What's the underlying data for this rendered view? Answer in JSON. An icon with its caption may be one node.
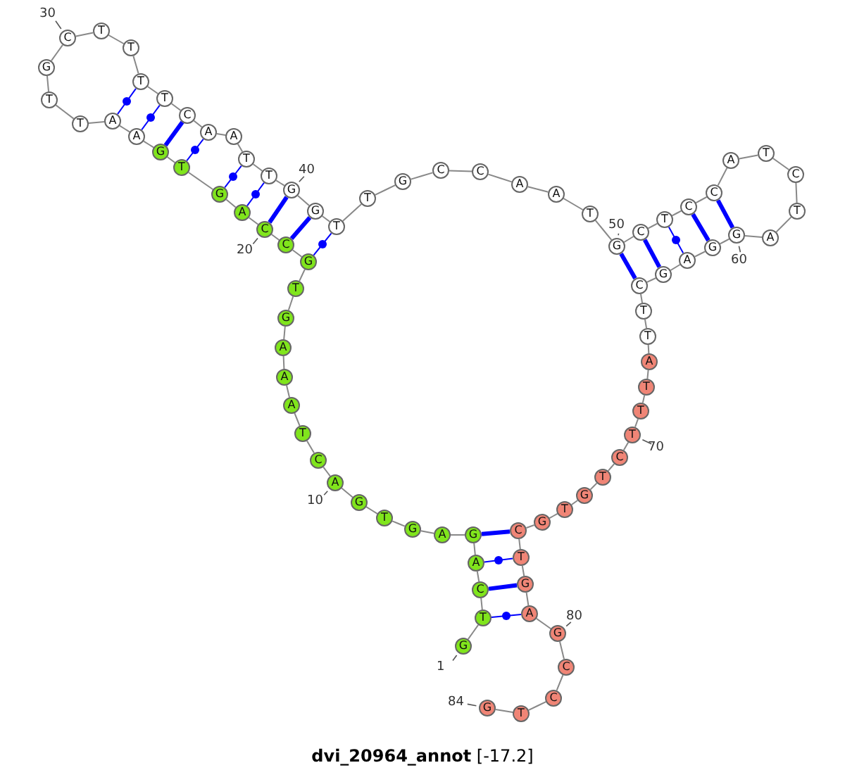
{
  "diagram": {
    "title": "**dvi_20964_annot** [-17.2]",
    "nodes": [
      {
        "text": [
          "G"
        ],
        "beside": [
          "1"
        ]
      },
      {
        "text": [
          "T"
        ]
      },
      {
        "text": [
          "C"
        ]
      },
      {
        "text": [
          "A"
        ]
      },
      {
        "text": [
          "G"
        ]
      },
      {
        "text": [
          "A"
        ]
      },
      {
        "text": [
          "G"
        ]
      },
      {
        "text": [
          "T"
        ]
      },
      {
        "text": [
          "G"
        ]
      },
      {
        "text": [
          "A"
        ],
        "beside": [
          "10"
        ]
      },
      {
        "text": [
          "C"
        ]
      },
      {
        "text": [
          "T"
        ]
      },
      {
        "text": [
          "A"
        ]
      },
      {
        "text": [
          "A"
        ]
      },
      {
        "text": [
          "A"
        ]
      },
      {
        "text": [
          "G"
        ]
      },
      {
        "text": [
          "T"
        ]
      },
      {
        "text": [
          "G"
        ]
      },
      {
        "text": [
          "C"
        ]
      },
      {
        "text": [
          "C"
        ],
        "beside": [
          "20"
        ]
      },
      {
        "text": [
          "A"
        ]
      },
      {
        "text": [
          "G"
        ]
      },
      {
        "text": [
          "T"
        ]
      },
      {
        "text": [
          "G"
        ]
      },
      {
        "text": [
          "A"
        ]
      },
      {
        "text": [
          "A"
        ]
      },
      {
        "text": [
          "T"
        ]
      },
      {
        "text": [
          "T"
        ]
      },
      {
        "text": [
          "G"
        ]
      },
      {
        "text": [
          "C"
        ],
        "beside": [
          "30"
        ]
      },
      {
        "text": [
          "T"
        ]
      },
      {
        "text": [
          "T"
        ]
      },
      {
        "text": [
          "T"
        ]
      },
      {
        "text": [
          "T"
        ]
      },
      {
        "text": [
          "C"
        ]
      },
      {
        "text": [
          "A"
        ]
      },
      {
        "text": [
          "A"
        ]
      },
      {
        "text": [
          "T"
        ]
      },
      {
        "text": [
          "T"
        ]
      },
      {
        "text": [
          "G"
        ],
        "beside": [
          "40"
        ]
      },
      {
        "text": [
          "G"
        ]
      },
      {
        "text": [
          "T"
        ]
      },
      {
        "text": [
          "T"
        ]
      },
      {
        "text": [
          "G"
        ]
      },
      {
        "text": [
          "C"
        ]
      },
      {
        "text": [
          "C"
        ]
      },
      {
        "text": [
          "A"
        ]
      },
      {
        "text": [
          "A"
        ]
      },
      {
        "text": [
          "T"
        ]
      },
      {
        "text": [
          "G"
        ],
        "beside": [
          "50"
        ]
      },
      {
        "text": [
          "C"
        ]
      },
      {
        "text": [
          "T"
        ]
      },
      {
        "text": [
          "C"
        ]
      },
      {
        "text": [
          "C"
        ]
      },
      {
        "text": [
          "A"
        ]
      },
      {
        "text": [
          "T"
        ]
      },
      {
        "text": [
          "C"
        ]
      },
      {
        "text": [
          "T"
        ]
      },
      {
        "text": [
          "A"
        ]
      },
      {
        "text": [
          "G"
        ],
        "beside": [
          "60"
        ]
      },
      {
        "text": [
          "G"
        ]
      },
      {
        "text": [
          "A"
        ]
      },
      {
        "text": [
          "G"
        ]
      },
      {
        "text": [
          "C"
        ]
      },
      {
        "text": [
          "T"
        ]
      },
      {
        "text": [
          "T"
        ]
      },
      {
        "text": [
          "A"
        ]
      },
      {
        "text": [
          "T"
        ]
      },
      {
        "text": [
          "T"
        ]
      },
      {
        "text": [
          "T"
        ],
        "beside": [
          "70"
        ]
      },
      {
        "text": [
          "C"
        ]
      },
      {
        "text": [
          "T"
        ]
      },
      {
        "text": [
          "G"
        ]
      },
      {
        "text": [
          "T"
        ]
      },
      {
        "text": [
          "G"
        ]
      },
      {
        "text": [
          "C"
        ]
      },
      {
        "text": [
          "T"
        ]
      },
      {
        "text": [
          "G"
        ]
      },
      {
        "text": [
          "A"
        ]
      },
      {
        "text": [
          "G"
        ],
        "beside": [
          "80"
        ]
      },
      {
        "text": [
          "C"
        ]
      },
      {
        "text": [
          "C"
        ]
      },
      {
        "text": [
          "T"
        ]
      },
      {
        "text": [
          "G"
        ],
        "beside": [
          "84"
        ]
      }
    ],
    "edges": [
      {
        "from": 0,
        "to": 1,
        "arrow": "none"
      },
      {
        "from": 1,
        "to": 2,
        "arrow": "none"
      },
      {
        "from": 2,
        "to": 3,
        "arrow": "none"
      },
      {
        "from": 3,
        "to": 4,
        "arrow": "none"
      },
      {
        "from": 4,
        "to": 5,
        "arrow": "none"
      },
      {
        "from": 5,
        "to": 6,
        "arrow": "none"
      },
      {
        "from": 6,
        "to": 7,
        "arrow": "none"
      },
      {
        "from": 7,
        "to": 8,
        "arrow": "none"
      },
      {
        "from": 8,
        "to": 9,
        "arrow": "none"
      },
      {
        "from": 9,
        "to": 10,
        "arrow": "none"
      },
      {
        "from": 10,
        "to": 11,
        "arrow": "none"
      },
      {
        "from": 11,
        "to": 12,
        "arrow": "none"
      },
      {
        "from": 12,
        "to": 13,
        "arrow": "none"
      },
      {
        "from": 13,
        "to": 14,
        "arrow": "none"
      },
      {
        "from": 14,
        "to": 15,
        "arrow": "none"
      },
      {
        "from": 15,
        "to": 16,
        "arrow": "none"
      },
      {
        "from": 16,
        "to": 17,
        "arrow": "none"
      },
      {
        "from": 17,
        "to": 18,
        "arrow": "none"
      },
      {
        "from": 18,
        "to": 19,
        "arrow": "none"
      },
      {
        "from": 19,
        "to": 20,
        "arrow": "none"
      },
      {
        "from": 20,
        "to": 21,
        "arrow": "none"
      },
      {
        "from": 21,
        "to": 22,
        "arrow": "none"
      },
      {
        "from": 22,
        "to": 23,
        "arrow": "none"
      },
      {
        "from": 23,
        "to": 24,
        "arrow": "none"
      },
      {
        "from": 24,
        "to": 25,
        "arrow": "none"
      },
      {
        "from": 25,
        "to": 26,
        "arrow": "none"
      },
      {
        "from": 26,
        "to": 27,
        "arrow": "none"
      },
      {
        "from": 27,
        "to": 28,
        "arrow": "none"
      },
      {
        "from": 28,
        "to": 29,
        "arrow": "none"
      },
      {
        "from": 29,
        "to": 30,
        "arrow": "none"
      },
      {
        "from": 30,
        "to": 31,
        "arrow": "none"
      },
      {
        "from": 31,
        "to": 32,
        "arrow": "none"
      },
      {
        "from": 32,
        "to": 33,
        "arrow": "none"
      },
      {
        "from": 33,
        "to": 34,
        "arrow": "none"
      },
      {
        "from": 34,
        "to": 35,
        "arrow": "none"
      },
      {
        "from": 35,
        "to": 36,
        "arrow": "none"
      },
      {
        "from": 36,
        "to": 37,
        "arrow": "none"
      },
      {
        "from": 37,
        "to": 38,
        "arrow": "none"
      },
      {
        "from": 38,
        "to": 39,
        "arrow": "none"
      },
      {
        "from": 39,
        "to": 40,
        "arrow": "none"
      },
      {
        "from": 40,
        "to": 41,
        "arrow": "none"
      },
      {
        "from": 41,
        "to": 42,
        "arrow": "none"
      },
      {
        "from": 42,
        "to": 43,
        "arrow": "none"
      },
      {
        "from": 43,
        "to": 44,
        "arrow": "none"
      },
      {
        "from": 44,
        "to": 45,
        "arrow": "none"
      },
      {
        "from": 45,
        "to": 46,
        "arrow": "none"
      },
      {
        "from": 46,
        "to": 47,
        "arrow": "none"
      },
      {
        "from": 47,
        "to": 48,
        "arrow": "none"
      },
      {
        "from": 48,
        "to": 49,
        "arrow": "none"
      },
      {
        "from": 49,
        "to": 50,
        "arrow": "none"
      },
      {
        "from": 50,
        "to": 51,
        "arrow": "none"
      },
      {
        "from": 51,
        "to": 52,
        "arrow": "none"
      },
      {
        "from": 52,
        "to": 53,
        "arrow": "none"
      },
      {
        "from": 53,
        "to": 54,
        "arrow": "none"
      },
      {
        "from": 54,
        "to": 55,
        "arrow": "none"
      },
      {
        "from": 55,
        "to": 56,
        "arrow": "none"
      },
      {
        "from": 56,
        "to": 57,
        "arrow": "none"
      },
      {
        "from": 57,
        "to": 58,
        "arrow": "none"
      },
      {
        "from": 58,
        "to": 59,
        "arrow": "none"
      },
      {
        "from": 59,
        "to": 60,
        "arrow": "none"
      },
      {
        "from": 60,
        "to": 61,
        "arrow": "none"
      },
      {
        "from": 61,
        "to": 62,
        "arrow": "none"
      },
      {
        "from": 62,
        "to": 63,
        "arrow": "none"
      },
      {
        "from": 63,
        "to": 64,
        "arrow": "none"
      },
      {
        "from": 64,
        "to": 65,
        "arrow": "none"
      },
      {
        "from": 65,
        "to": 66,
        "arrow": "none"
      },
      {
        "from": 66,
        "to": 67,
        "arrow": "none"
      },
      {
        "from": 67,
        "to": 68,
        "arrow": "none"
      },
      {
        "from": 68,
        "to": 69,
        "arrow": "none"
      },
      {
        "from": 69,
        "to": 70,
        "arrow": "none"
      },
      {
        "from": 70,
        "to": 71,
        "arrow": "none"
      },
      {
        "from": 71,
        "to": 72,
        "arrow": "none"
      },
      {
        "from": 72,
        "to": 73,
        "arrow": "none"
      },
      {
        "from": 73,
        "to": 74,
        "arrow": "none"
      },
      {
        "from": 74,
        "to": 75,
        "arrow": "none"
      },
      {
        "from": 75,
        "to": 76,
        "arrow": "none"
      },
      {
        "from": 76,
        "to": 77,
        "arrow": "none"
      },
      {
        "from": 77,
        "to": 78,
        "arrow": "none"
      },
      {
        "from": 78,
        "to": 79,
        "arrow": "none"
      },
      {
        "from": 79,
        "to": 80,
        "arrow": "none"
      },
      {
        "from": 80,
        "to": 81,
        "arrow": "none"
      },
      {
        "from": 81,
        "to": 82,
        "arrow": "none"
      },
      {
        "from": 82,
        "to": 83,
        "arrow": "none"
      },
      {
        "from": 25,
        "to": 32,
        "arrow": "none",
        "color": "#0000ff"
      },
      {
        "from": 24,
        "to": 33,
        "arrow": "none",
        "color": "#0000ff"
      },
      {
        "from": 23,
        "to": 34,
        "arrow": "none",
        "color": "#0000ff",
        "style": "thick"
      },
      {
        "from": 22,
        "to": 35,
        "arrow": "none",
        "color": "#0000ff"
      },
      {
        "from": 21,
        "to": 37,
        "arrow": "none",
        "color": "#0000ff"
      },
      {
        "from": 20,
        "to": 38,
        "arrow": "none",
        "color": "#0000ff"
      },
      {
        "from": 19,
        "to": 39,
        "arrow": "none",
        "color": "#0000ff",
        "style": "thick"
      },
      {
        "from": 18,
        "to": 40,
        "arrow": "none",
        "color": "#0000ff",
        "style": "thick"
      },
      {
        "from": 17,
        "to": 41,
        "arrow": "none",
        "color": "#0000ff"
      },
      {
        "from": 49,
        "to": 63,
        "arrow": "none",
        "color": "#0000ff",
        "style": "thick"
      },
      {
        "from": 50,
        "to": 62,
        "arrow": "none",
        "color": "#0000ff",
        "style": "thick"
      },
      {
        "from": 51,
        "to": 61,
        "arrow": "none",
        "color": "#0000ff"
      },
      {
        "from": 52,
        "to": 60,
        "arrow": "none",
        "color": "#0000ff",
        "style": "thick"
      },
      {
        "from": 53,
        "to": 59,
        "arrow": "none",
        "color": "#0000ff",
        "style": "thick"
      },
      {
        "from": 4,
        "to": 75,
        "arrow": "none",
        "color": "#0000ff",
        "style": "thick"
      },
      {
        "from": 3,
        "to": 76,
        "arrow": "none",
        "color": "#0000ff"
      },
      {
        "from": 2,
        "to": 77,
        "arrow": "none",
        "color": "#0000ff",
        "style": "thick"
      },
      {
        "from": 1,
        "to": 78,
        "arrow": "none",
        "color": "#0000ff"
      }
    ]
  }
}
